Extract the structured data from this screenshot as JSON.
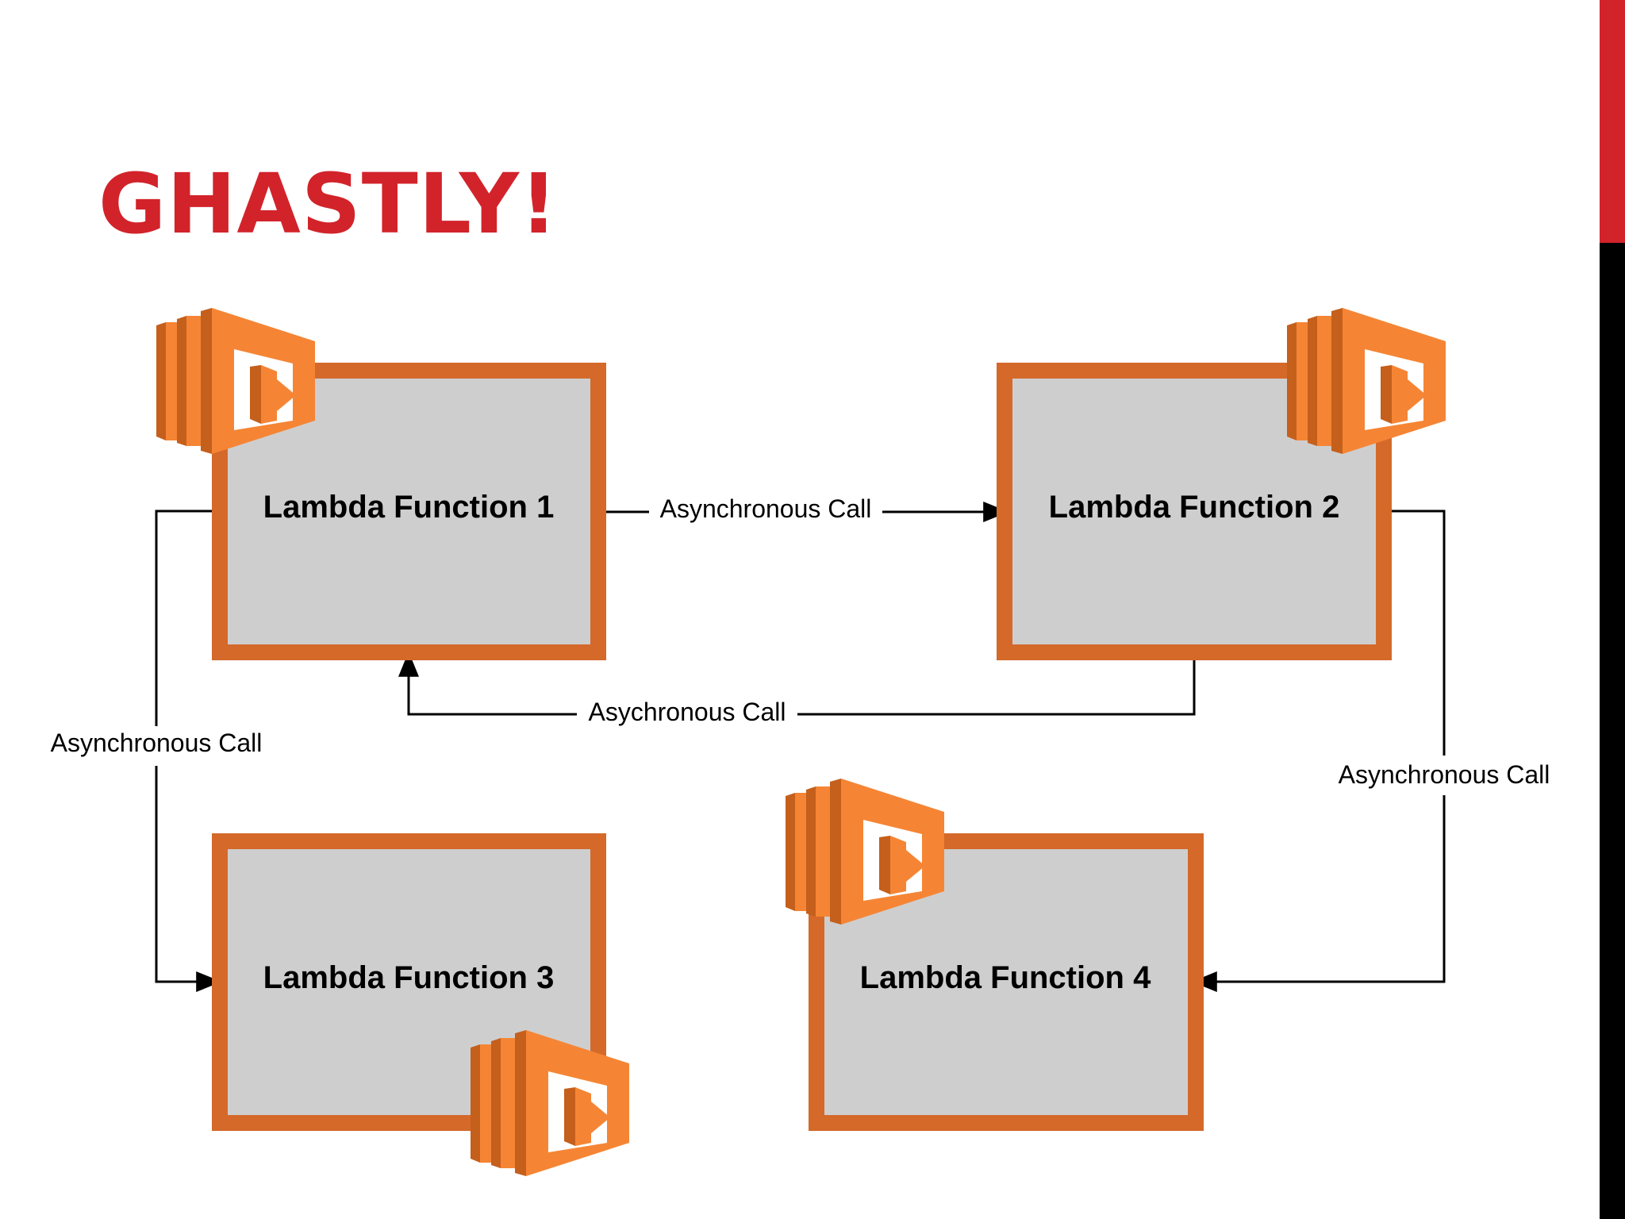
{
  "slide": {
    "title": "GHASTLY!"
  },
  "colors": {
    "title": "#d2232a",
    "accent_red": "#d2232a",
    "accent_black": "#000000",
    "box_border": "#d4692a",
    "box_fill": "#cfcecf",
    "lambda_icon_light": "#f58534",
    "lambda_icon_dark": "#c55f1c"
  },
  "diagram": {
    "nodes": [
      {
        "id": "lf1",
        "label": "Lambda Function 1",
        "icon": "aws-lambda-icon"
      },
      {
        "id": "lf2",
        "label": "Lambda Function 2",
        "icon": "aws-lambda-icon"
      },
      {
        "id": "lf3",
        "label": "Lambda Function 3",
        "icon": "aws-lambda-icon"
      },
      {
        "id": "lf4",
        "label": "Lambda Function 4",
        "icon": "aws-lambda-icon"
      }
    ],
    "edges": [
      {
        "from": "lf1",
        "to": "lf2",
        "label": "Asynchronous Call"
      },
      {
        "from": "lf2",
        "to": "lf1",
        "label": "Asychronous Call"
      },
      {
        "from": "lf1",
        "to": "lf3",
        "label": "Asynchronous Call"
      },
      {
        "from": "lf2",
        "to": "lf4",
        "label": "Asynchronous Call"
      }
    ]
  }
}
